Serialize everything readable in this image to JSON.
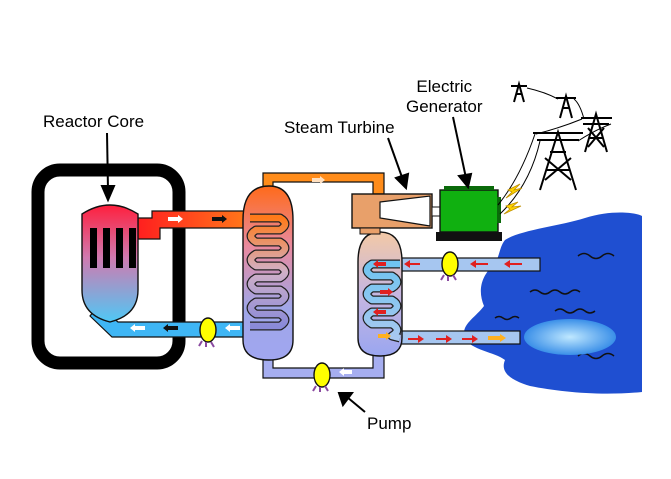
{
  "labels": {
    "reactor_core": "Reactor Core",
    "steam_turbine": "Steam Turbine",
    "generator_line1": "Electric",
    "generator_line2": "Generator",
    "pump": "Pump"
  },
  "colors": {
    "hot": "#ff1a1a",
    "warm": "#ff8c1a",
    "cool": "#3fb6f5",
    "water": "#1f4fd1",
    "containment": "#000000",
    "generator": "#10b010",
    "pump": "#ffff00"
  }
}
